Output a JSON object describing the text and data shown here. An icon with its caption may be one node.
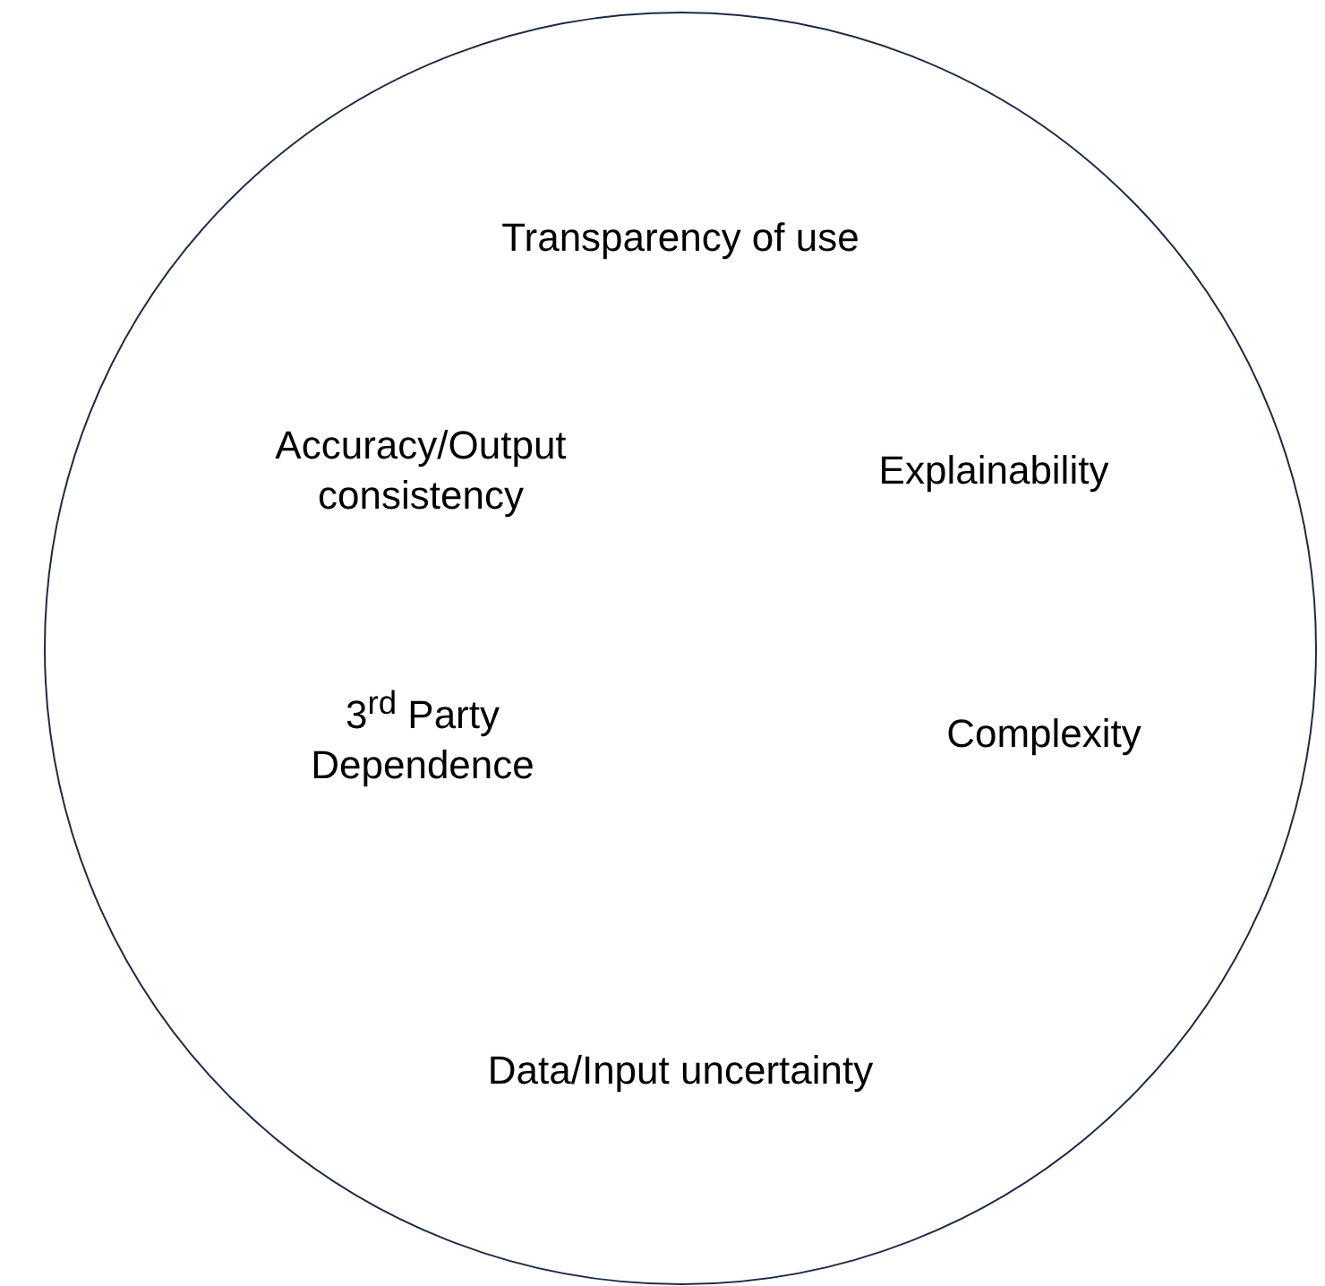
{
  "diagram": {
    "nodes": [
      {
        "text": [
          "Transparency of use",
          "Accuracy/Output consistency",
          "Explainability",
          "3$^{rd}$ Party Dependence",
          "Complexity",
          "Data/Input uncertainty"
        ]
      }
    ]
  }
}
